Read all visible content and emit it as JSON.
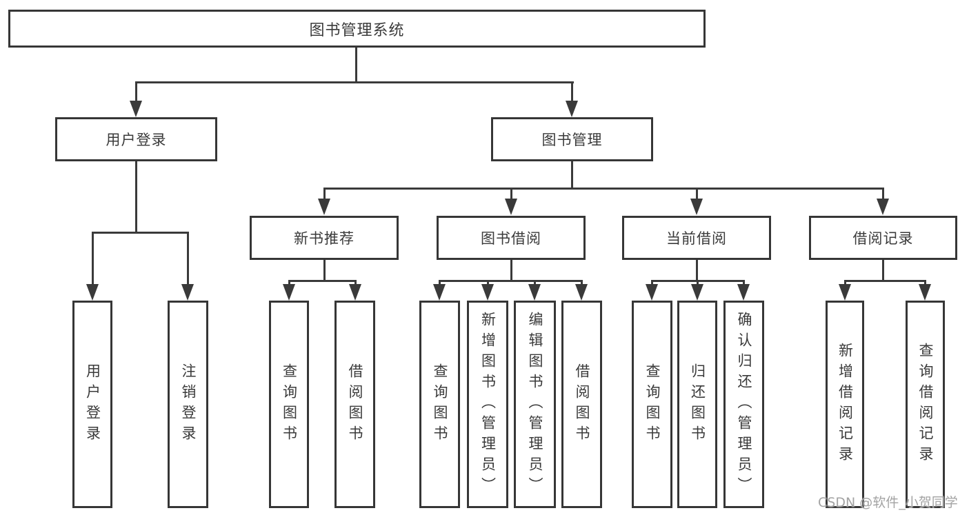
{
  "diagram": {
    "title": "图书管理系统",
    "branches": [
      {
        "label": "用户登录",
        "children": [
          {
            "label": "用户登录"
          },
          {
            "label": "注销登录"
          }
        ]
      },
      {
        "label": "图书管理",
        "children": [
          {
            "label": "新书推荐",
            "children": [
              {
                "label": "查询图书"
              },
              {
                "label": "借阅图书"
              }
            ]
          },
          {
            "label": "图书借阅",
            "children": [
              {
                "label": "查询图书"
              },
              {
                "label": "新增图书（管理员）"
              },
              {
                "label": "编辑图书（管理员）"
              },
              {
                "label": "借阅图书"
              }
            ]
          },
          {
            "label": "当前借阅",
            "children": [
              {
                "label": "查询图书"
              },
              {
                "label": "归还图书"
              },
              {
                "label": "确认归还（管理员）"
              }
            ]
          },
          {
            "label": "借阅记录",
            "children": [
              {
                "label": "新增借阅记录"
              },
              {
                "label": "查询借阅记录"
              }
            ]
          }
        ]
      }
    ]
  },
  "watermark": {
    "text": "CSDN @软件_小贺同学"
  },
  "colors": {
    "line": "#3a3a3a",
    "box_border": "#363636",
    "text": "#3a3a3a",
    "watermark": "#a3a3a3",
    "background": "#ffffff"
  }
}
